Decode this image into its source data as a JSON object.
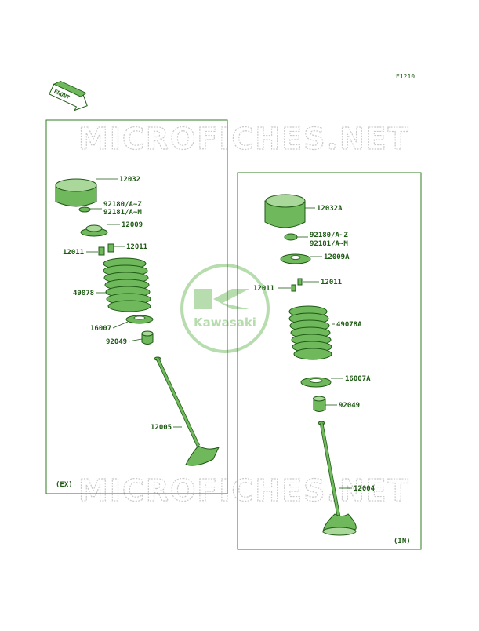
{
  "diagram_code": "E1210",
  "front_label": "FRONT",
  "watermark": "MICROFICHES.NET",
  "logo_text": "Kawasaki",
  "groups": {
    "exhaust": {
      "label": "(EX)"
    },
    "intake": {
      "label": "(IN)"
    }
  },
  "parts_ex": {
    "tappet": "12032",
    "shim_a": "92180/A~Z",
    "shim_b": "92181/A~M",
    "retainer": "12009",
    "keeper_left": "12011",
    "keeper_right": "12011",
    "spring": "49078",
    "seat": "16007",
    "seal": "92049",
    "valve": "12005"
  },
  "parts_in": {
    "tappet": "12032A",
    "shim_a": "92180/A~Z",
    "shim_b": "92181/A~M",
    "retainer": "12009A",
    "keeper_left": "12011",
    "keeper_right": "12011",
    "spring": "49078A",
    "seat": "16007A",
    "seal": "92049",
    "valve": "12004"
  },
  "colors": {
    "line": "#1e5a14",
    "part_fill": "#6fb85c",
    "watermark": "#c9c9c9",
    "logo": "#b7dcae"
  }
}
